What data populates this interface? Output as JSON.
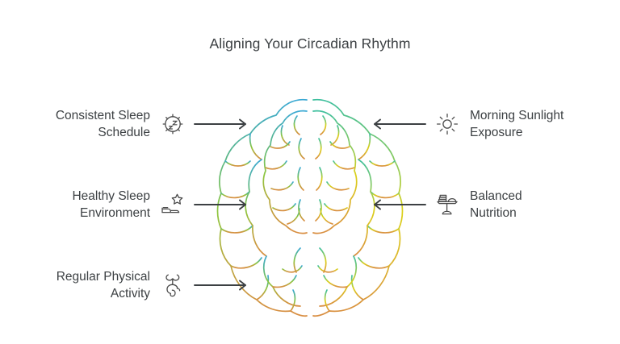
{
  "title": "Aligning Your Circadian Rhythm",
  "theme": {
    "background": "#ffffff",
    "text_color": "#3c4043",
    "arrow_color": "#3c4043",
    "icon_color": "#4a4a4a",
    "brain_top_left": "#3ba9d4",
    "brain_top_right": "#3ebf9e",
    "brain_mid_left": "#8dc63f",
    "brain_mid_right": "#dbd019",
    "brain_bottom": "#d98e42"
  },
  "left_items": [
    {
      "label": "Consistent Sleep\nSchedule",
      "icon": "sleep-clock-icon",
      "arrow": "arrow-right"
    },
    {
      "label": "Healthy Sleep\nEnvironment",
      "icon": "bed-star-icon",
      "arrow": "arrow-right"
    },
    {
      "label": "Regular Physical\nActivity",
      "icon": "exercise-figure-icon",
      "arrow": "arrow-right"
    }
  ],
  "right_items": [
    {
      "label": "Morning Sunlight\nExposure",
      "icon": "sun-icon",
      "arrow": "arrow-left"
    },
    {
      "label": "Balanced\nNutrition",
      "icon": "food-table-icon",
      "arrow": "arrow-left"
    }
  ],
  "center_graphic": {
    "name": "brain-illustration",
    "description": "Top-down outline of a human brain with two hemispheres"
  }
}
